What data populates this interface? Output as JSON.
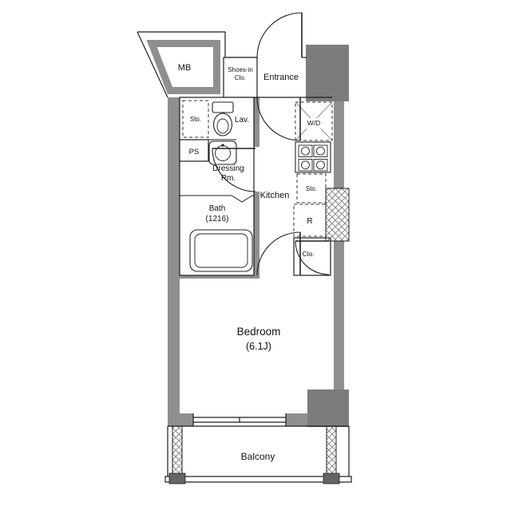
{
  "plan": {
    "labels": {
      "mb": "MB",
      "shoes_closet": [
        "Shoes-in",
        "Clo."
      ],
      "entrance": "Entrance",
      "storage_upper": "Sto.",
      "lavatory": "Lav.",
      "pipe_space": "PS",
      "dressing_room": [
        "Dressing",
        "Rm."
      ],
      "kitchen": "Kitchen",
      "washer_dryer": "W/D",
      "storage_kitchen": "Sto.",
      "refrigerator": "R",
      "closet": "Clo.",
      "bath": [
        "Bath",
        "(1216)"
      ],
      "bedroom": [
        "Bedroom",
        "(6.1J)"
      ],
      "balcony": "Balcony"
    },
    "colors": {
      "wall": "#8f8f8f",
      "pillar": "#7c7c7c",
      "outline": "#1c1c1c",
      "background": "#ffffff"
    }
  }
}
